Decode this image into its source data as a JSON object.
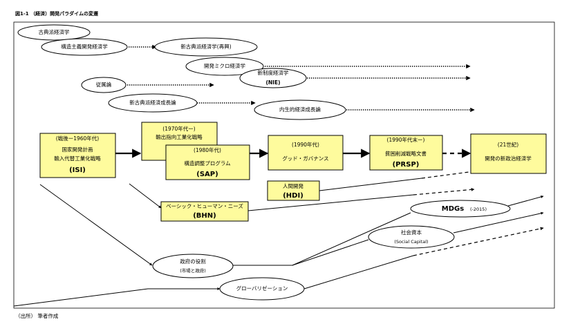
{
  "figure_title": "図1-1 （経済）開発パラダイムの変遷",
  "source_note": "（出所） 筆者作成",
  "ellipses": {
    "classical": "古典派経済学",
    "structuralist": "構造主義開発経済学",
    "neoclassical_revival": "新古典派経済学(再興)",
    "dev_micro": "開発ミクロ経済学",
    "new_inst_label": "新制度経済学",
    "new_inst_abbr": "(NIE)",
    "dependency": "従属論",
    "neoclassical_growth": "新古典派経済成長論",
    "endogenous_growth": "内生的経済成長論",
    "mdgs_label": "MDGs",
    "mdgs_range": "(-2015)",
    "social_capital": "社会資本",
    "social_capital_en": "(Social Capital)",
    "gov_role": "政府の役割",
    "gov_role_sub": "(市場と政府)",
    "globalization": "グローバリゼーション"
  },
  "boxes": {
    "postwar_period": "(戦後ー1960年代)",
    "postwar_line1": "国家開発計画",
    "postwar_line2": "輸入代替工業化戦略",
    "postwar_abbr": "(ISI)",
    "seventies_period": "(1970年代ー)",
    "seventies_line1": "輸出指向工業化戦略",
    "eighties_period": "(1980年代)",
    "eighties_line1": "構造調整プログラム",
    "eighties_abbr": "(SAP)",
    "nineties_period": "(1990年代)",
    "nineties_line1": "グッド・ガバナンス",
    "late90s_period": "(1990年代末ー)",
    "late90s_line1": "貧困削減戦略文書",
    "late90s_abbr": "(PRSP)",
    "c21_period": "(21世紀)",
    "c21_line1": "開発の新政治経済学",
    "hdi_line1": "人間開発",
    "hdi_abbr": "(HDI)",
    "bhn_line1": "ベーシック・ヒューマン・ニーズ",
    "bhn_abbr": "(BHN)"
  }
}
